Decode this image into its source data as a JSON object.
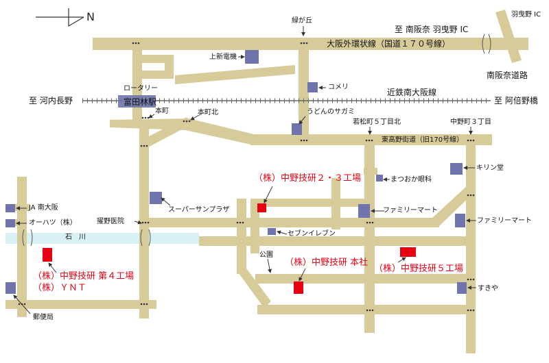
{
  "map": {
    "north_label": "N",
    "colors": {
      "road": "#d8cb9a",
      "river": "#d8f1f4",
      "building": "#6f74ac",
      "company": "#e60012",
      "rail": "#666666"
    },
    "roads": {
      "route170": "大阪外環状線（国道１７０号線）",
      "kintetsu": "近鉄南大阪線",
      "higashi_koya": "東高野街道（旧170号線）",
      "nanhan": "南阪奈道路",
      "river": "石　川"
    },
    "directions": {
      "to_nanhan_ic": "至 南阪奈 羽曳野 IC",
      "to_kawachinagano": "至 河内長野",
      "to_abenobashi": "至 阿倍野橋"
    },
    "places": {
      "habikino_ic": "羽曳野 IC",
      "midorigaoka": "緑が丘",
      "kamishin_denki": "上新電機",
      "komeri": "コメリ",
      "rotary": "ロータリー",
      "tondabayashi_station": "富田林駅",
      "honmachi": "本町",
      "honmachi_kita": "本町北",
      "udon": "うどんのサガミ",
      "wakamatsu": "若松町５丁目北",
      "nakano3": "中野町３丁目",
      "kirindo": "キリン堂",
      "matsuoka": "まつおか眼科",
      "super_sun": "スーパーサンプラザ",
      "famima1": "ファミリーマート",
      "famima2": "ファミリーマート",
      "ja": "JA 南大阪",
      "ohatsu": "オーハツ（株）",
      "hospital": "擢野医院",
      "seven": "セブンイレブン",
      "park": "公園",
      "sukiya": "すきや",
      "post": "郵便局"
    },
    "companies": {
      "plant23": "（株）中野技研２・３工場",
      "plant4": "（株）中野技研 第４工場",
      "ynt": "（株）ＹＮＴ",
      "head": "（株）中野技研 本社",
      "plant5": "（株）中野技研５工場"
    }
  }
}
